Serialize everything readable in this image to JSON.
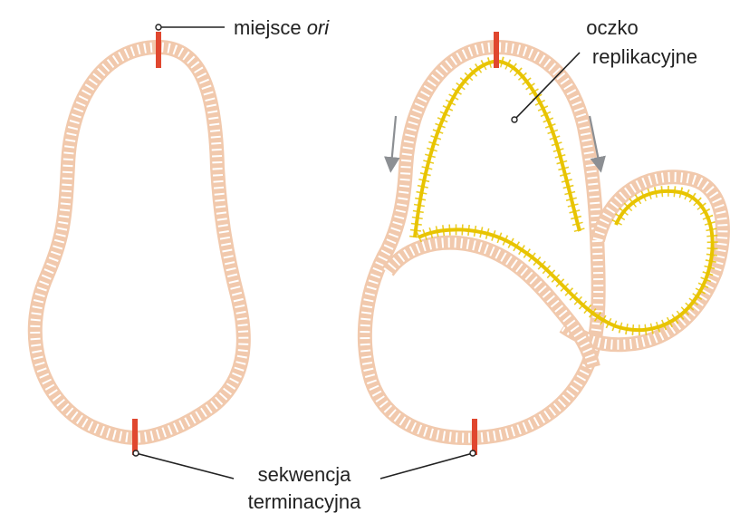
{
  "labels": {
    "origin_prefix": "miejsce ",
    "origin_italic": "ori",
    "bubble_line1": "oczko",
    "bubble_line2": "replikacyjne",
    "term_line1": "sekwencja",
    "term_line2": "terminacyjna"
  },
  "colors": {
    "parental_strand": "#f1c9ad",
    "parental_rungs": "#ffffff",
    "new_strand": "#e8c400",
    "marker": "#e0472f",
    "arrow": "#8c8f93",
    "leader_line": "#222222"
  }
}
